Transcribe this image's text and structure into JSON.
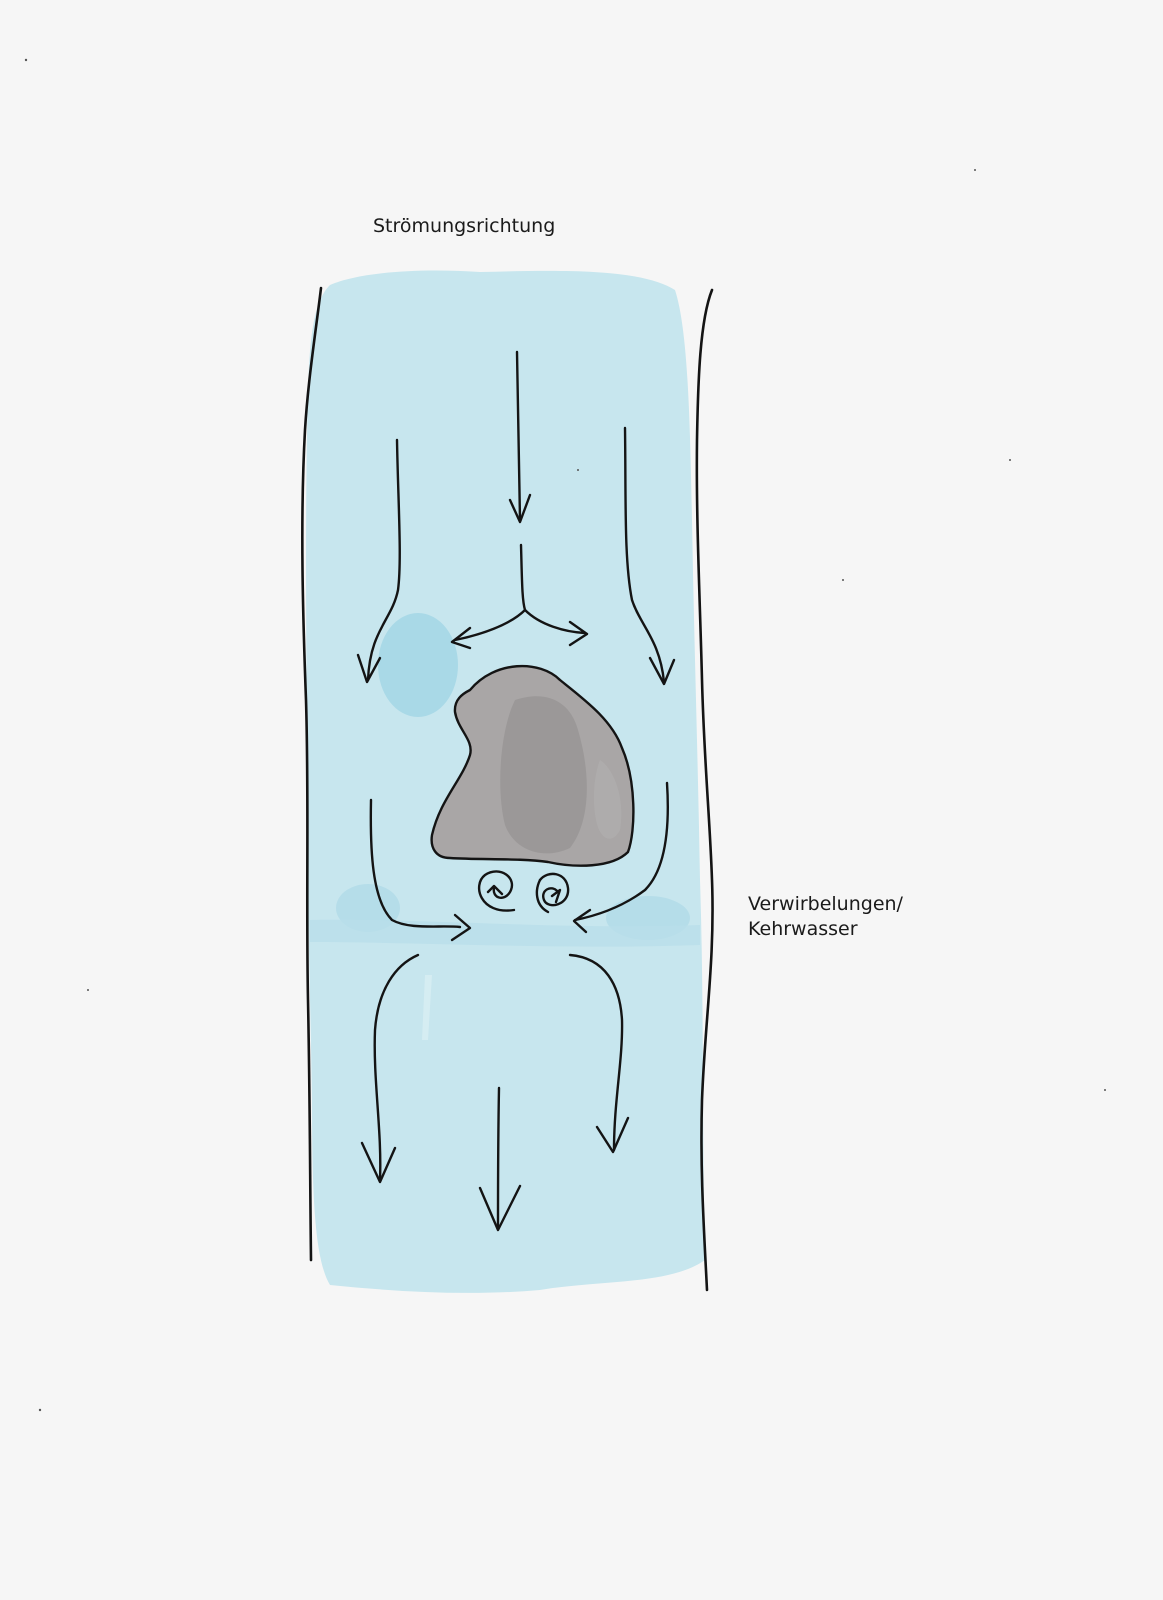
{
  "labels": {
    "flow_direction": "Strömungsrichtung",
    "eddies_line1": "Verwirbelungen/",
    "eddies_line2": "Kehrwasser"
  },
  "colors": {
    "paper": "#f6f6f6",
    "water": "#c7e6ee",
    "water_dark": "#a9d9e7",
    "rock": "#a9a6a6",
    "rock_dark": "#969393",
    "ink": "#141414"
  }
}
